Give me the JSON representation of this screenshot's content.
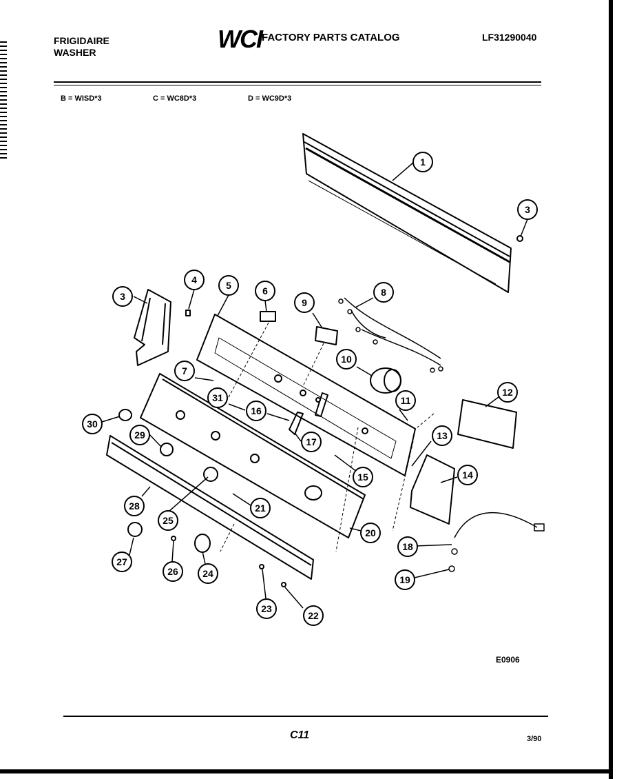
{
  "header": {
    "brand_line1": "FRIGIDAIRE",
    "brand_line2": "WASHER",
    "logo_text": "WCI",
    "catalog_title": "FACTORY PARTS CATALOG",
    "part_number": "LF31290040"
  },
  "models": [
    {
      "text": "B = WISD*3"
    },
    {
      "text": "C = WC8D*3"
    },
    {
      "text": "D = WC9D*3"
    }
  ],
  "callouts": [
    "1",
    "3",
    "3",
    "4",
    "5",
    "6",
    "7",
    "8",
    "9",
    "10",
    "11",
    "12",
    "13",
    "14",
    "15",
    "16",
    "17",
    "18",
    "19",
    "20",
    "21",
    "22",
    "23",
    "24",
    "25",
    "26",
    "27",
    "28",
    "29",
    "30",
    "31"
  ],
  "diagram_code": "E0906",
  "page_label": "C11",
  "date": "3/90"
}
